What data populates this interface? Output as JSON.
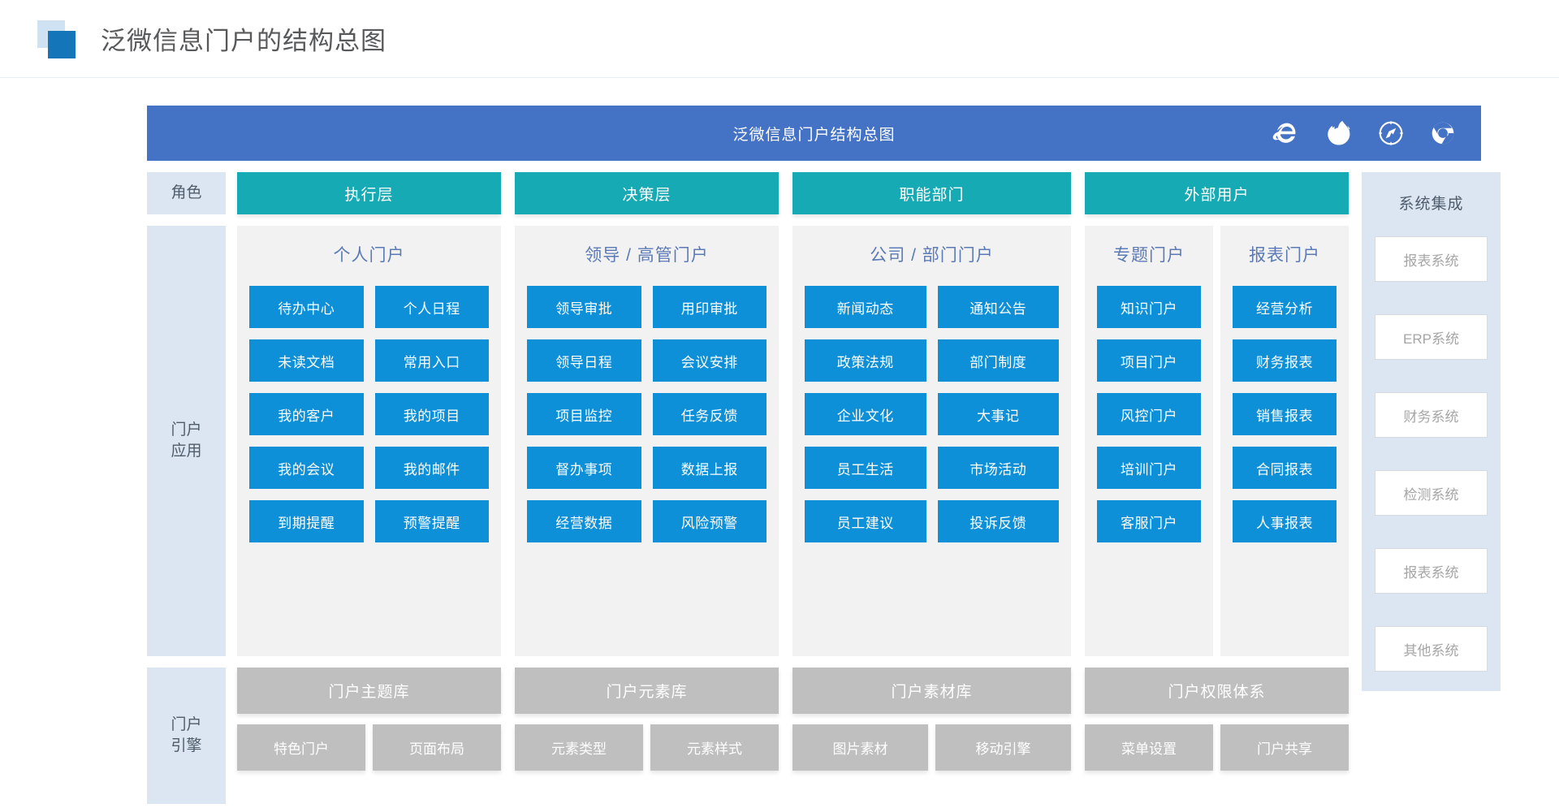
{
  "header": {
    "title": "泛微信息门户的结构总图",
    "logo_icon": "two-squares-logo-icon"
  },
  "appbar": {
    "title": "泛微信息门户结构总图",
    "background": "#4472c4",
    "icons": [
      {
        "name": "internet-explorer-icon",
        "label": "Internet Explorer"
      },
      {
        "name": "firefox-icon",
        "label": "Firefox"
      },
      {
        "name": "safari-icon",
        "label": "Safari"
      },
      {
        "name": "chrome-icon",
        "label": "Chrome"
      }
    ]
  },
  "rails": {
    "role_label": "角色",
    "apps_label": "门户\n应用",
    "apps_label_line1": "门户",
    "apps_label_line2": "应用",
    "engine_label_line1": "门户",
    "engine_label_line2": "引擎"
  },
  "roles": [
    {
      "label": "执行层"
    },
    {
      "label": "决策层"
    },
    {
      "label": "职能部门"
    },
    {
      "label": "外部用户"
    }
  ],
  "portal_columns": [
    {
      "title": "个人门户",
      "tiles": [
        "待办中心",
        "个人日程",
        "未读文档",
        "常用入口",
        "我的客户",
        "我的项目",
        "我的会议",
        "我的邮件",
        "到期提醒",
        "预警提醒"
      ]
    },
    {
      "title": "领导 / 高管门户",
      "tiles": [
        "领导审批",
        "用印审批",
        "领导日程",
        "会议安排",
        "项目监控",
        "任务反馈",
        "督办事项",
        "数据上报",
        "经营数据",
        "风险预警"
      ]
    },
    {
      "title": "公司 / 部门门户",
      "tiles": [
        "新闻动态",
        "通知公告",
        "政策法规",
        "部门制度",
        "企业文化",
        "大事记",
        "员工生活",
        "市场活动",
        "员工建议",
        "投诉反馈"
      ]
    },
    {
      "title": "专题门户",
      "tiles": [
        "知识门户",
        "项目门户",
        "风控门户",
        "培训门户",
        "客服门户"
      ]
    },
    {
      "title": "报表门户",
      "tiles": [
        "经营分析",
        "财务报表",
        "销售报表",
        "合同报表",
        "人事报表"
      ]
    }
  ],
  "engine": {
    "libraries": [
      "门户主题库",
      "门户元素库",
      "门户素材库",
      "门户权限体系"
    ],
    "sub_items": [
      [
        "特色门户",
        "页面布局"
      ],
      [
        "元素类型",
        "元素样式"
      ],
      [
        "图片素材",
        "移动引擎"
      ],
      [
        "菜单设置",
        "门户共享"
      ]
    ]
  },
  "system_integration": {
    "title": "系统集成",
    "items": [
      "报表系统",
      "ERP系统",
      "财务系统",
      "检测系统",
      "报表系统",
      "其他系统"
    ]
  },
  "colors": {
    "appbar": "#4472c4",
    "role": "#16aab4",
    "tile": "#0d90d8",
    "engine": "#bfbfbf",
    "rail": "#dce6f2",
    "column_bg": "#f2f2f2",
    "title_text": "#5b7ab5"
  }
}
